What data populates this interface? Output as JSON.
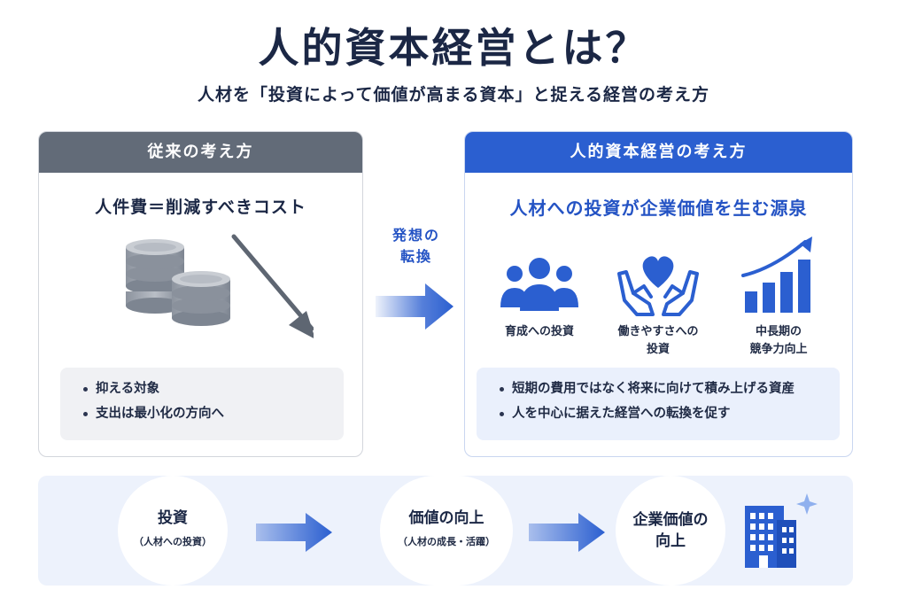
{
  "title": "人的資本経営とは？",
  "subtitle": "人材を「投資によって価値が高まる資本」と捉える経営の考え方",
  "left_panel": {
    "header": "従来の考え方",
    "heading": "人件費＝削減すべきコスト",
    "bullets": [
      "抑える対象",
      "支出は最小化の方向へ"
    ]
  },
  "shift_label_line1": "発想の",
  "shift_label_line2": "転換",
  "right_panel": {
    "header": "人的資本経営の考え方",
    "heading": "人材への投資が企業価値を生む源泉",
    "icons": [
      {
        "icon": "people-group-icon",
        "label_line1": "育成への投資",
        "label_line2": ""
      },
      {
        "icon": "heart-hands-icon",
        "label_line1": "働きやすさへの",
        "label_line2": "投資"
      },
      {
        "icon": "growth-chart-icon",
        "label_line1": "中長期の",
        "label_line2": "競争力向上"
      }
    ],
    "bullets": [
      "短期の費用ではなく将来に向けて積み上げる資産",
      "人を中心に据えた経営への転換を促す"
    ]
  },
  "flow": {
    "step1": {
      "title": "投資",
      "sub": "（人材への投資）"
    },
    "step2": {
      "title": "価値の向上",
      "sub": "（人材の成長・活躍）"
    },
    "step3": {
      "title_line1": "企業価値の",
      "title_line2": "向上"
    }
  },
  "colors": {
    "primary_blue": "#2b5fd0",
    "gray_header": "#626b78",
    "navy_text": "#1b2745",
    "light_blue_bg": "#edf2fc"
  }
}
